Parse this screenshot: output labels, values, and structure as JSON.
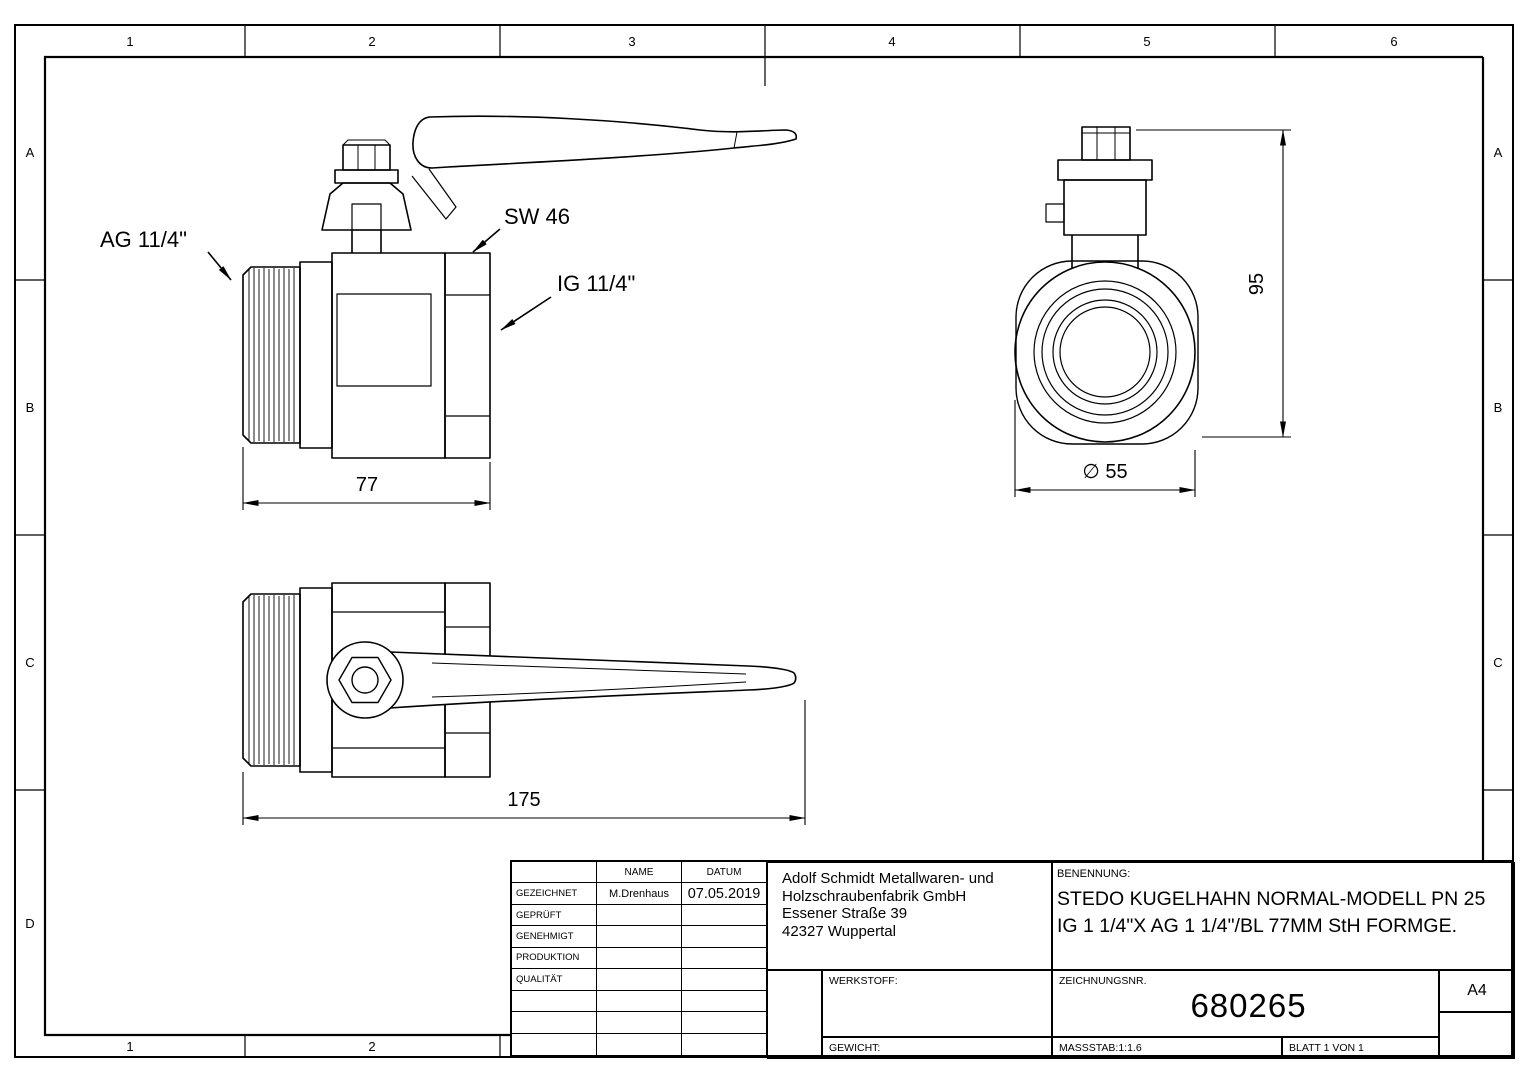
{
  "grid": {
    "top": [
      "1",
      "2",
      "3",
      "4",
      "5",
      "6"
    ],
    "bottom": [
      "1",
      "2"
    ],
    "left": [
      "A",
      "B",
      "C",
      "D"
    ],
    "right": [
      "A",
      "B",
      "C"
    ]
  },
  "annotations": {
    "ag": "AG 11/4\"",
    "sw": "SW 46",
    "ig": "IG 11/4\""
  },
  "dimensions": {
    "width_body": "77",
    "height_side": "95",
    "diameter": "∅ 55",
    "length_total": "175"
  },
  "title_block": {
    "headers": {
      "name": "NAME",
      "datum": "DATUM"
    },
    "rows": [
      {
        "label": "GEZEICHNET",
        "name": "M.Drenhaus",
        "datum": "07.05.2019"
      },
      {
        "label": "GEPRÜFT",
        "name": "",
        "datum": ""
      },
      {
        "label": "GENEHMIGT",
        "name": "",
        "datum": ""
      },
      {
        "label": "PRODUKTION",
        "name": "",
        "datum": ""
      },
      {
        "label": "QUALITÄT",
        "name": "",
        "datum": ""
      }
    ],
    "company": {
      "line1": "Adolf Schmidt Metallwaren- und",
      "line2": "Holzschraubenfabrik GmbH",
      "line3": "Essener Straße 39",
      "line4": "42327 Wuppertal"
    },
    "benennung_label": "BENENNUNG:",
    "benennung_line1": "STEDO KUGELHAHN NORMAL-MODELL PN 25",
    "benennung_line2": "IG 1 1/4\"X AG 1 1/4\"/BL 77MM StH FORMGE.",
    "werkstoff_label": "WERKSTOFF:",
    "gewicht_label": "GEWICHT:",
    "zeichnungsnr_label": "ZEICHNUNGSNR.",
    "zeichnungsnr": "680265",
    "massstab": "MASSSTAB:1:1.6",
    "blatt": "BLATT 1 VON 1",
    "format": "A4"
  }
}
